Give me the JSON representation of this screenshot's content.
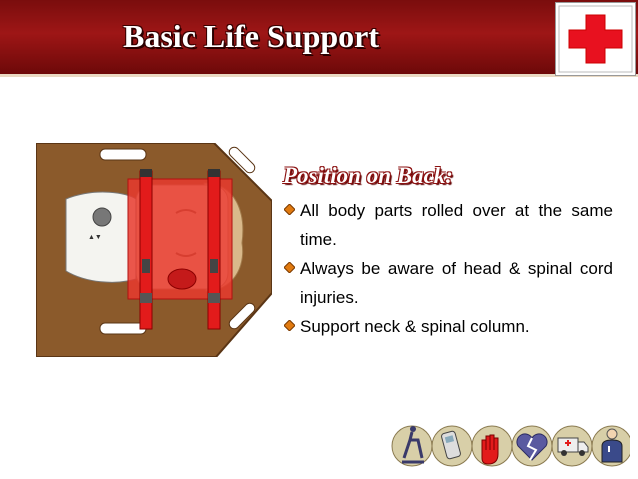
{
  "slide": {
    "title": "Basic Life Support",
    "subtitle": "Position on Back:",
    "bullets": [
      "All body parts rolled over at the same time.",
      "Always be aware of head & spinal cord injuries.",
      "Support neck & spinal column."
    ]
  },
  "icons": {
    "logo": "red-cross-icon",
    "illustration": "backboard-patient-illustration",
    "bullet": "orange-diamond-bullet-icon",
    "footer_icons": [
      "rescue-icon",
      "phone-icon",
      "hand-stop-icon",
      "broken-heart-icon",
      "ambulance-icon",
      "paramedic-icon"
    ]
  },
  "colors": {
    "header": "#8b1010",
    "cross": "#e8111f",
    "board": "#8b5a2b",
    "straps": "#e21b1b"
  }
}
